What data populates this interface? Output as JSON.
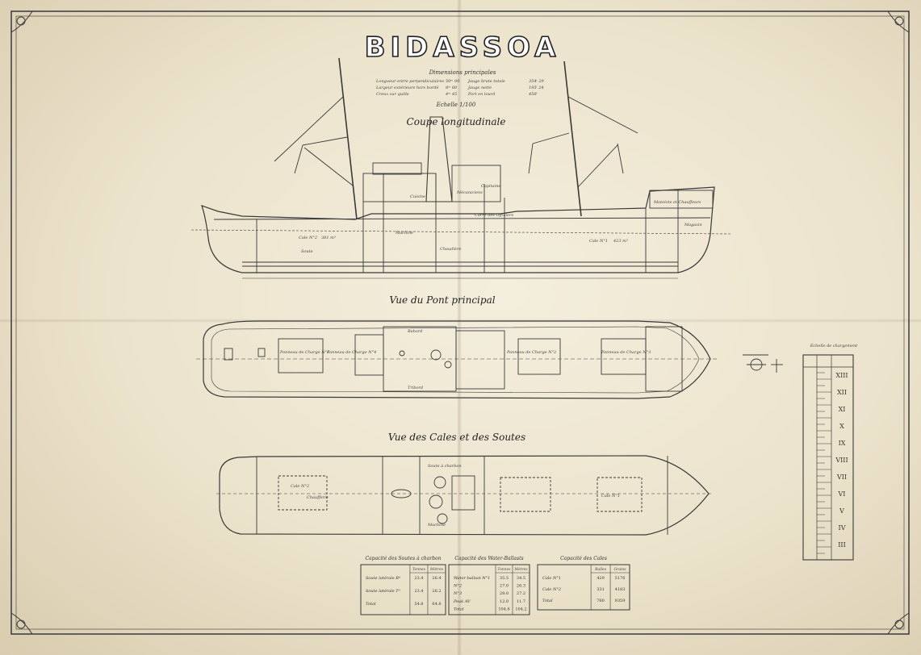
{
  "title": "BIDASSOA",
  "subtitle": "Dimensions principales",
  "dimensions": [
    {
      "label": "Longueur entre perpendiculaires",
      "value": "50ᵐ 00"
    },
    {
      "label": "Largeur extérieure hors bordé",
      "value": "8ᵐ 60"
    },
    {
      "label": "Creux sur quille",
      "value": "4ᵐ 45"
    },
    {
      "label": "Jauge brute totale",
      "value": "354ᵗ 29"
    },
    {
      "label": "Jauge nette",
      "value": "195ᵗ 24"
    },
    {
      "label": "Port en lourd",
      "value": "456ᵗ"
    }
  ],
  "scale": "Echelle 1/100",
  "sections": {
    "longitudinal": "Coupe longitudinale",
    "main_deck": "Vue du Pont principal",
    "holds": "Vue des Cales et des Soutes"
  },
  "longitudinal_labels": {
    "cale_aft": "Cale N°2",
    "cale_fwd": "Cale N°1",
    "cale_aft_vol": "381 m³",
    "cale_fwd_vol": "423 m³",
    "machine": "Machine",
    "chaudiere": "Chaudière",
    "cuisine": "Cuisine",
    "officiers": "Carré des Officiers",
    "mechaniciens": "Mécaniciens",
    "capitaine": "Capitaine",
    "matelots": "Matelots et Chauffeurs",
    "magasin": "Magasin",
    "soute": "Soute"
  },
  "deck_labels": {
    "panneau_1": "Panneau de Charge N°1",
    "panneau_2": "Panneau de Charge N°2",
    "panneau_3": "Panneau de Charge N°3",
    "panneau_4": "Panneau de Charge N°4",
    "babord": "Babord",
    "tribord": "Tribord"
  },
  "holds_labels": {
    "cale_2": "Cale N°2",
    "cale_1": "Cale N°1",
    "soute": "Soute à charbon",
    "machine": "Machine",
    "chaufferie": "Chaufferie"
  },
  "draft_scale": {
    "title": "Échelle de chargement",
    "numerals": [
      "XIII",
      "XII",
      "XI",
      "X",
      "IX",
      "VIII",
      "VII",
      "VI",
      "V",
      "IV",
      "III"
    ]
  },
  "tables": [
    {
      "title": "Capacité des Soutes à charbon",
      "cols": [
        "Tonnes",
        "Mètres"
      ],
      "rows": [
        [
          "Soute latérale Bᵈ",
          "23.4",
          "26.4"
        ],
        [
          "Soute latérale Tᵈ",
          "23.4",
          "26.2"
        ],
        [
          "Total",
          "54.8",
          "64.8"
        ]
      ]
    },
    {
      "title": "Capacité des Water-Ballasts",
      "cols": [
        "Tonnes",
        "Mètres"
      ],
      "rows": [
        [
          "Water-ballast N°1",
          "35.5",
          "34.5"
        ],
        [
          "N°2",
          "27.0",
          "26.3"
        ],
        [
          "N°3",
          "28.0",
          "27.2"
        ],
        [
          "Peak AV",
          "12.0",
          "11.7"
        ],
        [
          "Total",
          "104.6",
          "104.2"
        ]
      ]
    },
    {
      "title": "Capacité des Cales",
      "cols": [
        "Balles",
        "Grains"
      ],
      "rows": [
        [
          "Cale N°1",
          "429",
          "5176"
        ],
        [
          "Cale N°2",
          "331",
          "4183"
        ],
        [
          "Total",
          "760",
          "9359"
        ]
      ]
    }
  ],
  "colors": {
    "paper": "#efe7d2",
    "ink": "#3a3a3a",
    "border": "#4a4a4a"
  }
}
